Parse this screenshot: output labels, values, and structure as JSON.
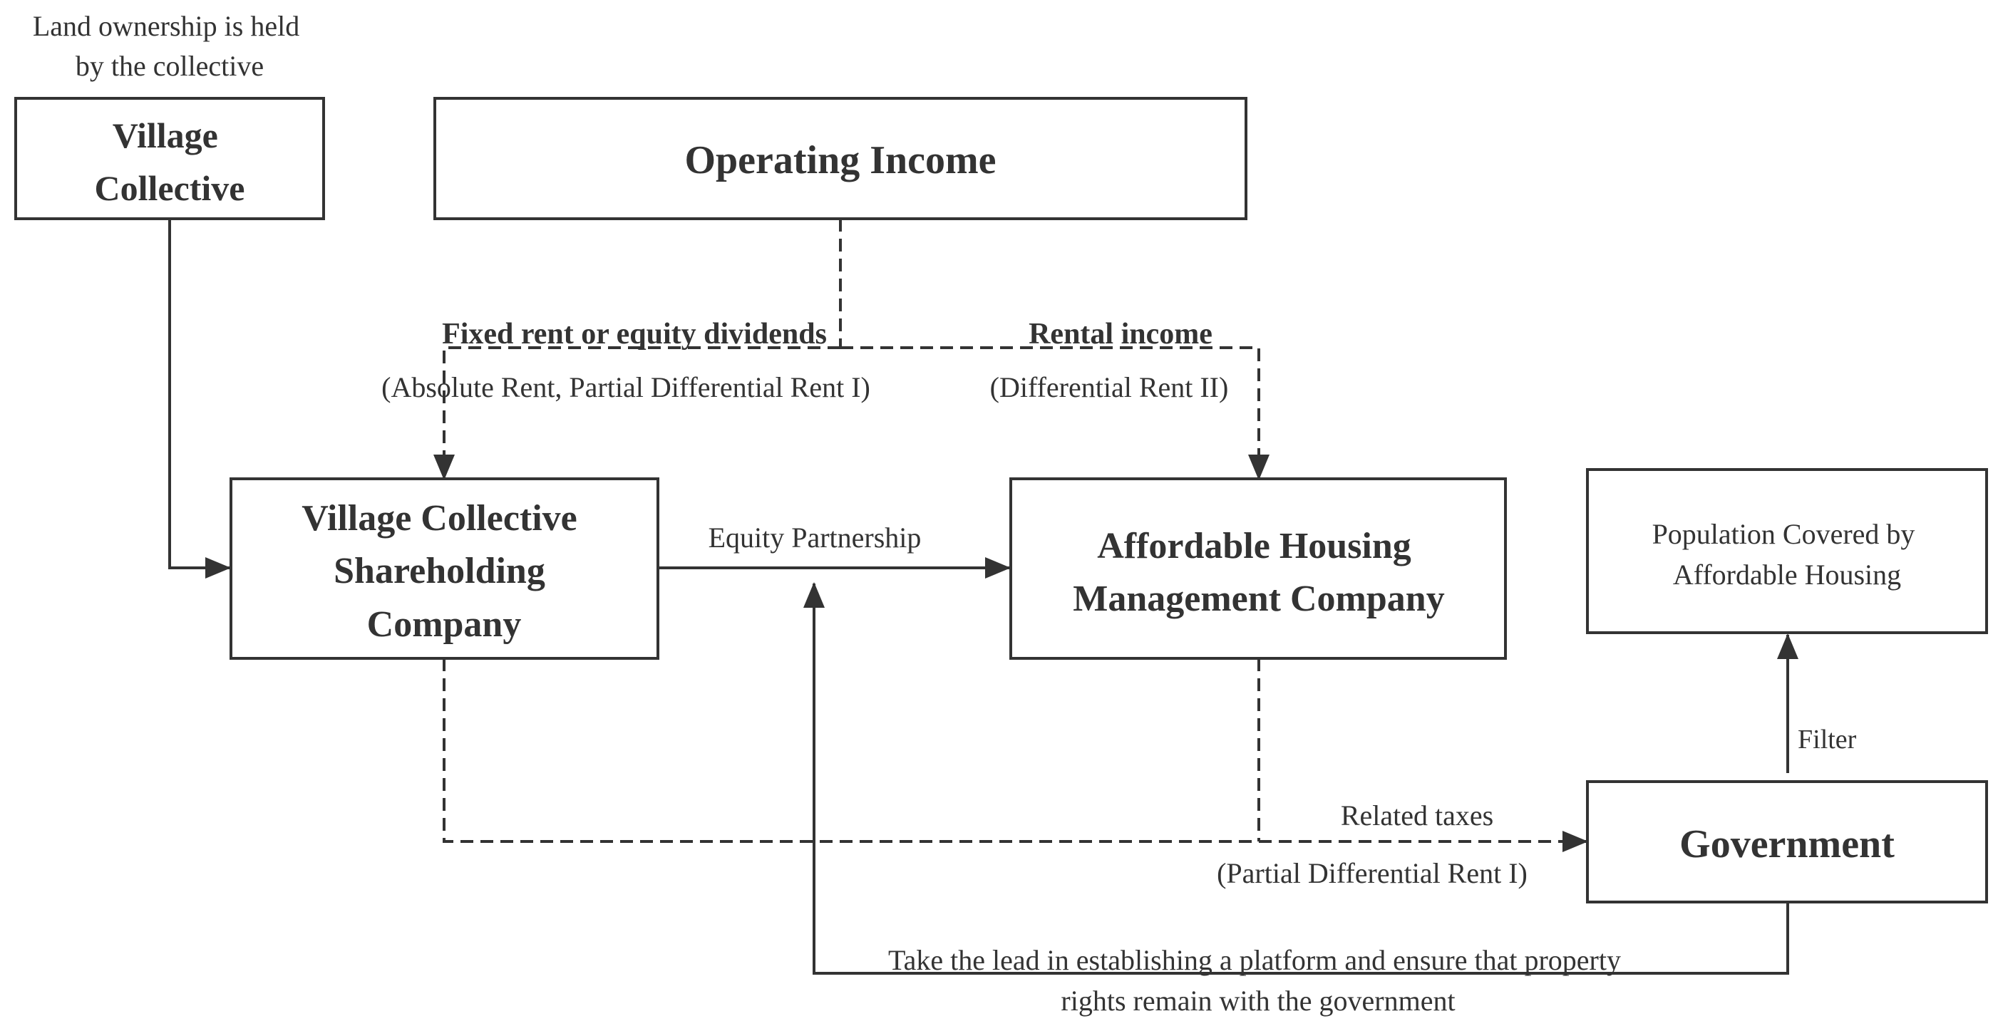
{
  "nodes": {
    "village_collective": {
      "lines": [
        "Village",
        "Collective"
      ]
    },
    "operating_income": {
      "lines": [
        "Operating Income"
      ]
    },
    "shareholding_company": {
      "lines": [
        "Village Collective",
        "Shareholding",
        "Company"
      ]
    },
    "housing_management": {
      "lines": [
        "Affordable Housing",
        "Management Company"
      ]
    },
    "population_covered": {
      "lines": [
        "Population Covered by",
        "Affordable Housing"
      ]
    },
    "government": {
      "lines": [
        "Government"
      ]
    }
  },
  "labels": {
    "land_ownership": [
      "Land ownership is held",
      "by the collective"
    ],
    "fixed_rent": "Fixed rent or equity dividends",
    "fixed_rent_note": "(Absolute Rent, Partial Differential Rent I)",
    "rental_income": "Rental income",
    "rental_income_note": "(Differential Rent II)",
    "equity_partnership": "Equity Partnership",
    "filter": "Filter",
    "related_taxes": "Related taxes",
    "related_taxes_note": "(Partial Differential Rent I)",
    "platform": [
      "Take the lead in establishing a platform and ensure that property",
      "rights remain with the government"
    ]
  },
  "edges": [
    {
      "from": "village_collective",
      "to": "shareholding_company",
      "style": "solid"
    },
    {
      "from": "operating_income",
      "to": "shareholding_company",
      "style": "dashed",
      "label": "fixed_rent"
    },
    {
      "from": "operating_income",
      "to": "housing_management",
      "style": "dashed",
      "label": "rental_income"
    },
    {
      "from": "shareholding_company",
      "to": "housing_management",
      "style": "solid",
      "label": "equity_partnership"
    },
    {
      "from": "shareholding_company",
      "to": "government",
      "style": "dashed",
      "label": "related_taxes"
    },
    {
      "from": "housing_management",
      "to": "government",
      "style": "dashed",
      "label": "related_taxes"
    },
    {
      "from": "government",
      "to": "population_covered",
      "style": "solid",
      "label": "filter"
    },
    {
      "from": "government",
      "to": "equity_partnership",
      "style": "solid",
      "label": "platform"
    }
  ]
}
